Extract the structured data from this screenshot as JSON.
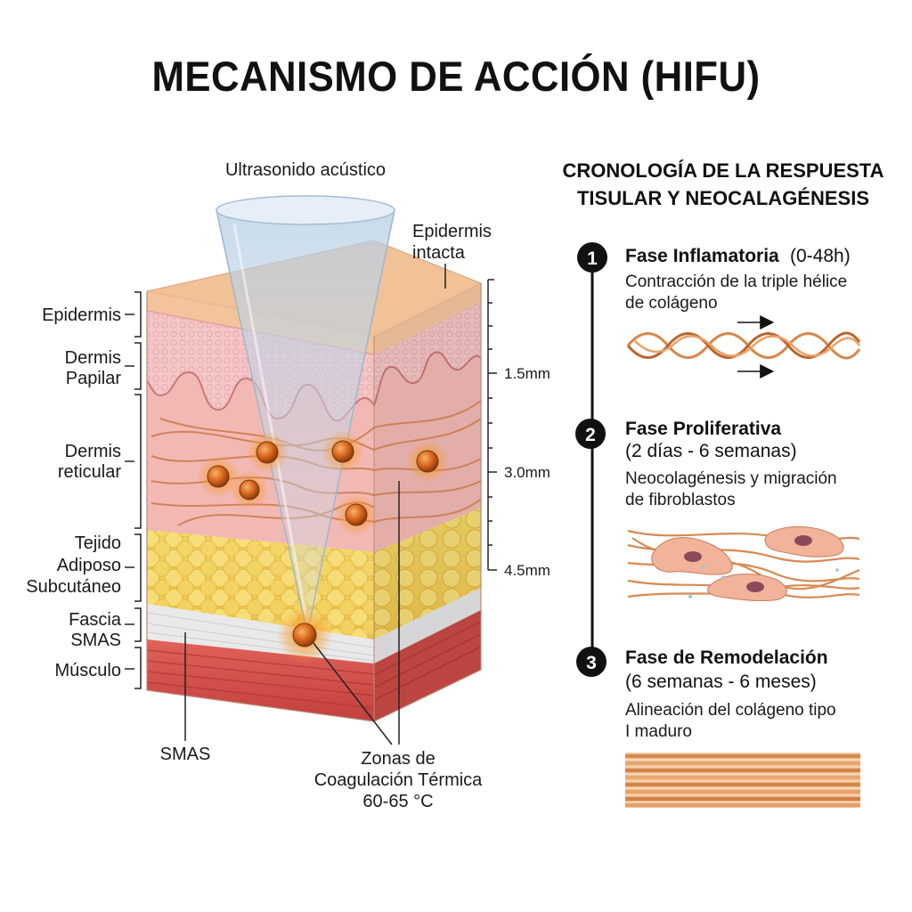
{
  "title": "MECANISMO DE ACCIÓN (HIFU)",
  "diagram": {
    "ultrasound_label": "Ultrasonido acústico",
    "epidermis_intact_line1": "Epidermis",
    "epidermis_intact_line2": "intacta",
    "layers": {
      "epidermis": "Epidermis",
      "dermis_papilar_1": "Dermis",
      "dermis_papilar_2": "Papilar",
      "dermis_reticular_1": "Dermis",
      "dermis_reticular_2": "reticular",
      "adiposo_1": "Tejido",
      "adiposo_2": "Adiposo",
      "adiposo_3": "Subcutáneo",
      "fascia_1": "Fascia",
      "fascia_2": "SMAS",
      "musculo": "Músculo"
    },
    "depths": [
      "1.5mm",
      "3.0mm",
      "4.5mm"
    ],
    "smas_label": "SMAS",
    "coag_line1": "Zonas de",
    "coag_line2": "Coagulación Térmica",
    "coag_line3": "60-65 °C"
  },
  "timeline": {
    "heading_line1": "CRONOLOGÍA DE LA RESPUESTA",
    "heading_line2": "TISULAR Y NEOCALAGÉNESIS",
    "phases": [
      {
        "number": "1",
        "title": "Fase Inflamatoria",
        "time": "(0-48h)",
        "desc1": "Contracción de la triple hélice",
        "desc2": "de colágeno"
      },
      {
        "number": "2",
        "title": "Fase Proliferativa",
        "time": "(2 días - 6 semanas)",
        "desc1": "Neocolagénesis y migración",
        "desc2": "de fibroblastos"
      },
      {
        "number": "3",
        "title": "Fase de Remodelación",
        "time": "(6 semanas - 6 meses)",
        "desc1": "Alineación del colágeno tipo",
        "desc2": "I maduro"
      }
    ]
  },
  "colors": {
    "epidermis": "#f0b98a",
    "dermis": "#f2b9b4",
    "adipose": "#f2d35a",
    "fascia": "#e9e9ea",
    "muscle": "#d9554f",
    "collagen": "#d9874a",
    "thermal_point": "#e0761f"
  }
}
